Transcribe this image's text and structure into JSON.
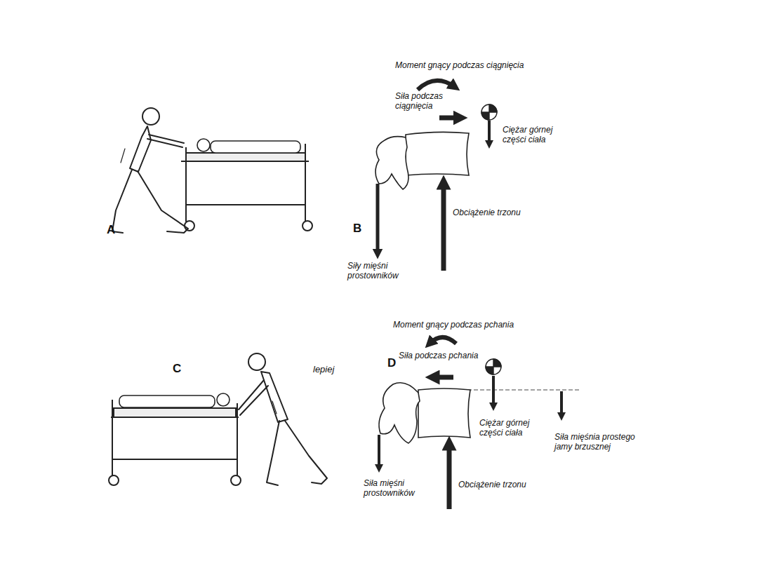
{
  "diagram": {
    "labels": [
      "Moment gnący podczas ciągnięcia",
      "Siła podczas ciągnięcia",
      "Ciężar górnej części ciała",
      "A",
      "B",
      "Obciążenie trzonu",
      "Siły mięśni prostowników",
      "Moment gnący podczas pchania",
      "Siła podczas pchania",
      "C",
      "lepiej",
      "D",
      "Ciężar górnej części ciała",
      "Siła mięśnia prostego jamy brzusznej",
      "Obciążenie trzonu",
      "Siła mięśni prostowników"
    ]
  }
}
